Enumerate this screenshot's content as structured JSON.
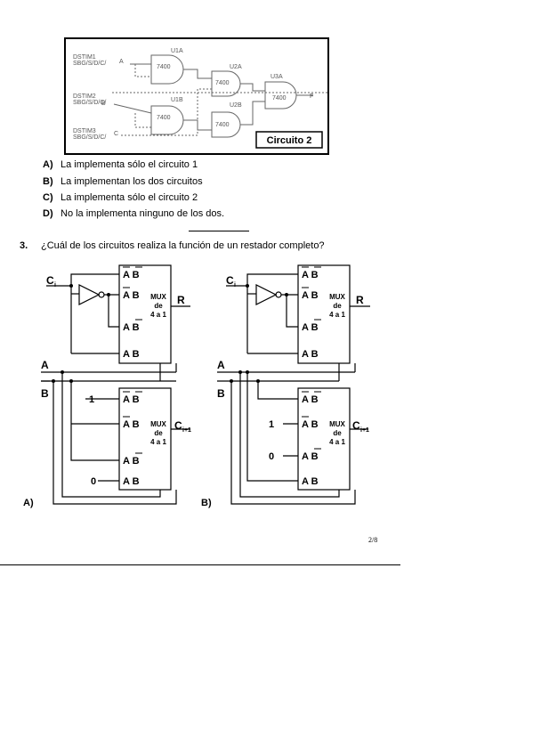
{
  "circuit2_image": {
    "label": "Circuito 2",
    "labels": {
      "dstim1": "DSTIM1",
      "dstim2": "DSTIM2",
      "dstim3": "DSTIM3",
      "sub": "SBG/S/D/C/",
      "u1a": "U1A",
      "u1b": "U1B",
      "u2a": "U2A",
      "u2b": "U2B",
      "u3a": "U3A",
      "chip": "7400",
      "in_a": "A",
      "in_b": "B",
      "in_c": "C",
      "out_f": "F"
    }
  },
  "q2_options": [
    {
      "letter": "A)",
      "text": "La implementa sólo el circuito 1"
    },
    {
      "letter": "B)",
      "text": "La implementan los dos circuitos"
    },
    {
      "letter": "C)",
      "text": "La implementa sólo el circuito 2"
    },
    {
      "letter": "D)",
      "text": "No la implementa ninguno de los dos."
    }
  ],
  "question3": {
    "number": "3.",
    "text": "¿Cuál de los circuitos realiza la función de un restador completo?"
  },
  "circuits": {
    "ci": "C",
    "ci_sub": "i",
    "r": "R",
    "a": "A",
    "b": "B",
    "cout": "C",
    "cout_sub": "i+1",
    "mux": "MUX",
    "de": "de",
    "size": "4 a 1",
    "one": "1",
    "zero": "0",
    "option_a": "A)",
    "option_b": "B)"
  },
  "page_number": "2/8"
}
